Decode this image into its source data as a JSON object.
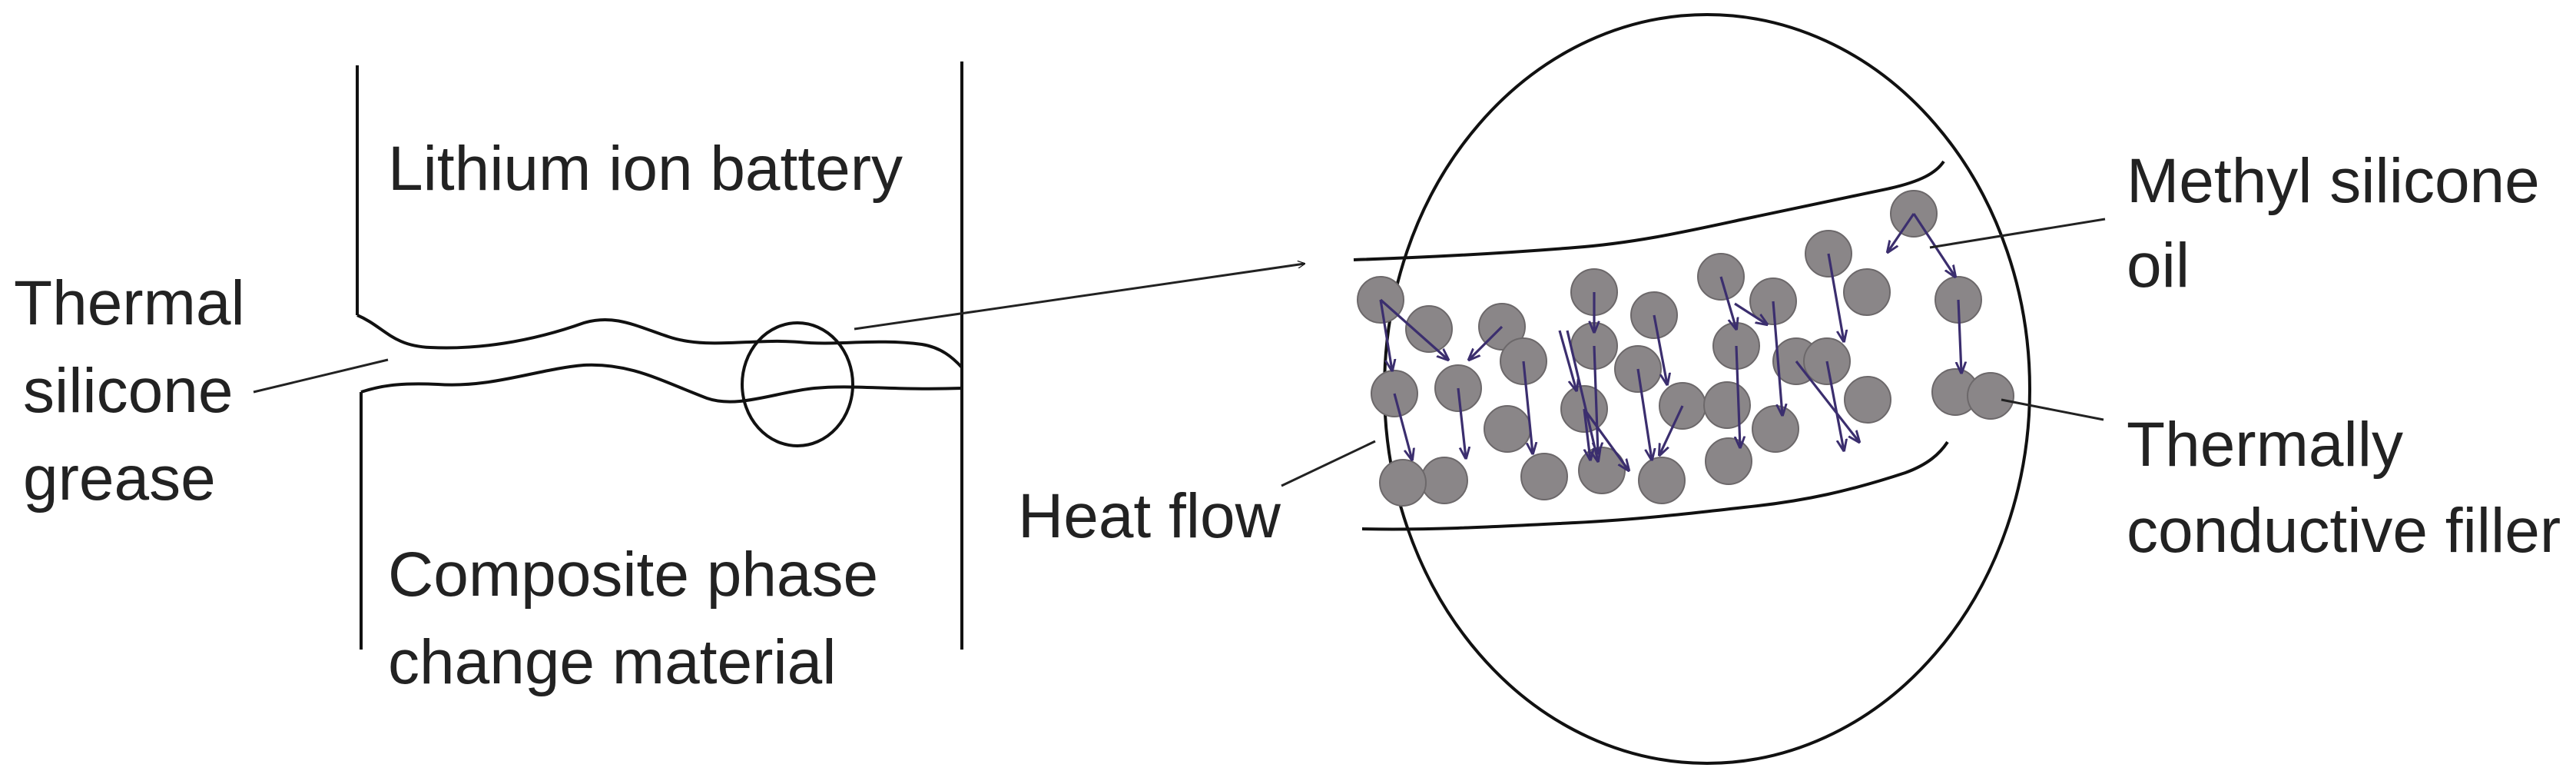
{
  "labels": {
    "thermal_silicone_grease": [
      "Thermal",
      "silicone",
      "grease"
    ],
    "lithium_ion_battery": "Lithium ion battery",
    "composite_pcm": [
      "Composite phase",
      "change material"
    ],
    "heat_flow": "Heat flow",
    "methyl_silicone_oil": [
      "Methyl silicone",
      "oil"
    ],
    "thermally_conductive_filler": [
      "Thermally",
      "conductive filler"
    ]
  },
  "colors": {
    "line": "#111111",
    "particle": "#8a8688",
    "heat_flow_arrow": "#3b2e6e",
    "text": "#222222"
  }
}
